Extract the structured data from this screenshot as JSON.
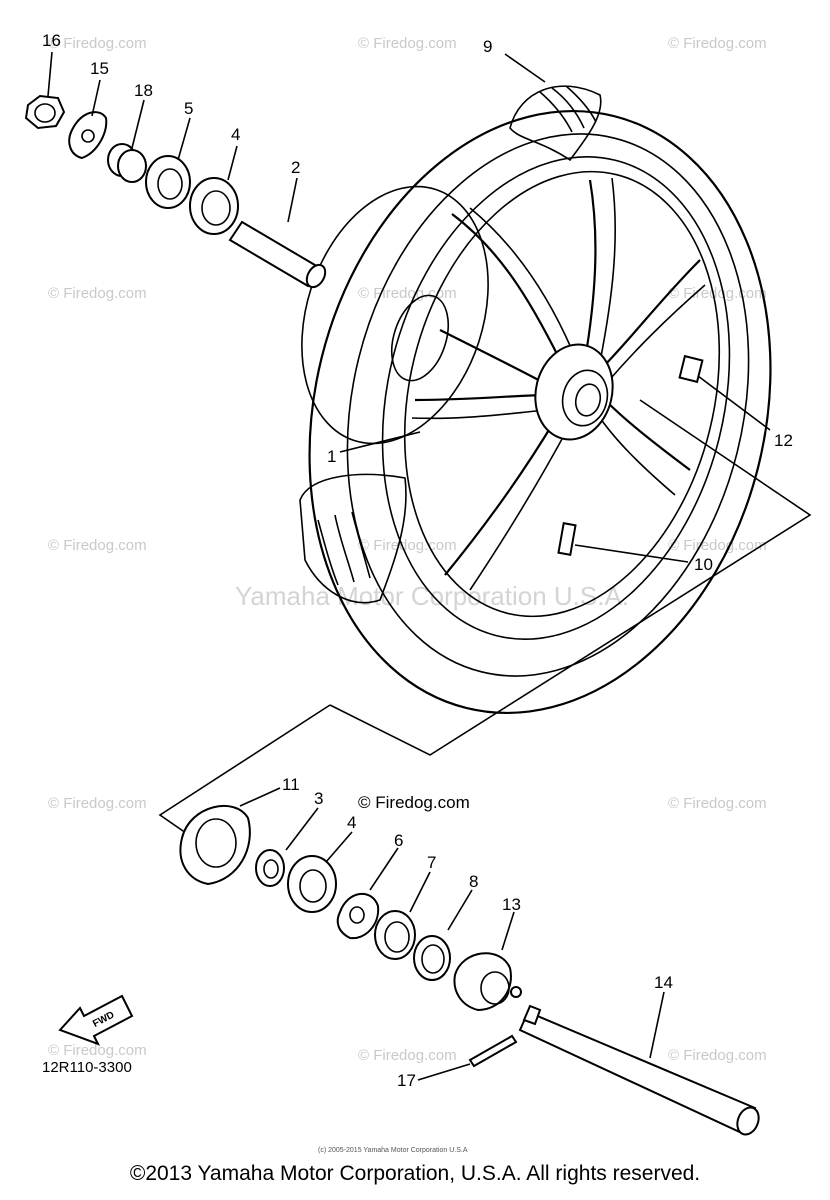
{
  "watermarks": {
    "firedog": "© Firedog.com",
    "firedog_center": "© Firedog.com",
    "yamaha_center": "Yamaha Motor Corporation U.S.A.",
    "tiny_notice": "(c) 2005-2015 Yamaha Motor Corporation U.S.A"
  },
  "callouts": [
    "16",
    "15",
    "18",
    "5",
    "4",
    "2",
    "9",
    "12",
    "1",
    "10",
    "11",
    "3",
    "4",
    "6",
    "7",
    "8",
    "13",
    "14",
    "17"
  ],
  "diagram_code": "12R110-3300",
  "fwd_label": "FWD",
  "copyright": "©2013 Yamaha Motor Corporation, U.S.A. All rights reserved."
}
